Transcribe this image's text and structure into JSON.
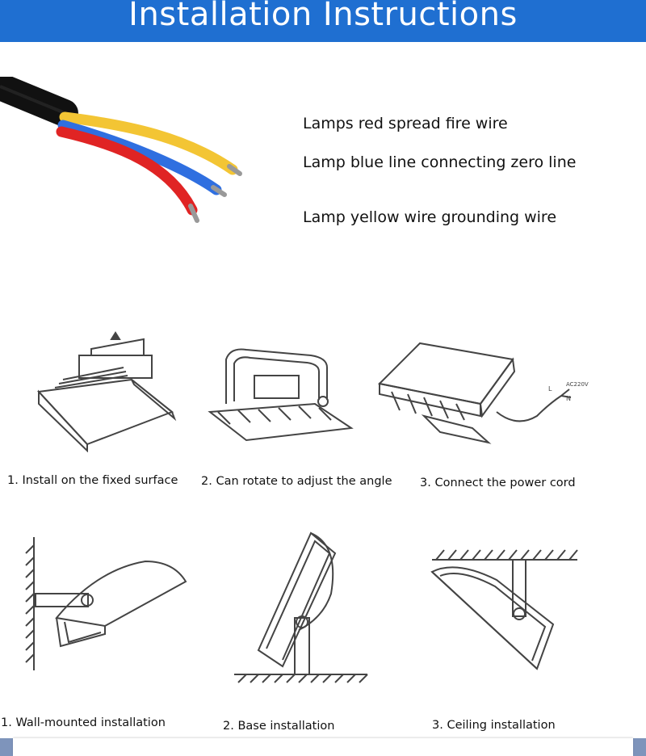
{
  "header": {
    "title": "Installation Instructions"
  },
  "wiring": {
    "red": "Lamps red spread fire wire",
    "blue": "Lamp blue line connecting zero line",
    "yellow": "Lamp yellow wire grounding wire"
  },
  "diagram_labels": {
    "power_label": "AC220V",
    "l": "L",
    "n": "N"
  },
  "steps_row1": [
    "1. Install on the fixed surface",
    "2. Can rotate to adjust the angle",
    "3. Connect the power cord"
  ],
  "steps_row2": [
    "1. Wall-mounted installation",
    "2. Base installation",
    "3. Ceiling installation"
  ],
  "colors": {
    "header": "#1f6fd1",
    "red": "#e02424",
    "blue": "#2f6fe0",
    "yellow": "#f3c534",
    "cable": "#111111"
  }
}
